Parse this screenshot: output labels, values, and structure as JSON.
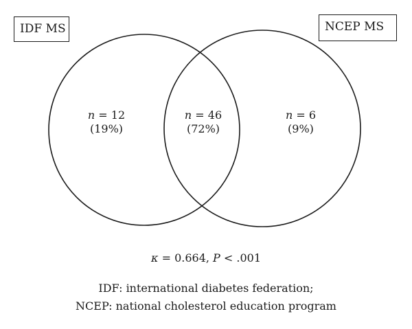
{
  "sets": {
    "left": {
      "label": "IDF MS"
    },
    "right": {
      "label": "NCEP MS"
    }
  },
  "regions": {
    "left_only": {
      "n_symbol": "n",
      "n_text": " = 12",
      "percent": "(19%)",
      "n": 12,
      "pct": 19
    },
    "intersection": {
      "n_symbol": "n",
      "n_text": " = 46",
      "percent": "(72%)",
      "n": 46,
      "pct": 72
    },
    "right_only": {
      "n_symbol": "n",
      "n_text": " = 6",
      "percent": "(9%)",
      "n": 6,
      "pct": 9
    }
  },
  "stats": {
    "kappa_symbol": "κ",
    "kappa_text": " = 0.664, ",
    "p_symbol": "P",
    "p_text": " < .001"
  },
  "legend": {
    "line1": "IDF: international diabetes federation;",
    "line2": "NCEP: national cholesterol education program"
  },
  "colors": {
    "stroke": "#1a1a1a",
    "background": "#ffffff"
  }
}
